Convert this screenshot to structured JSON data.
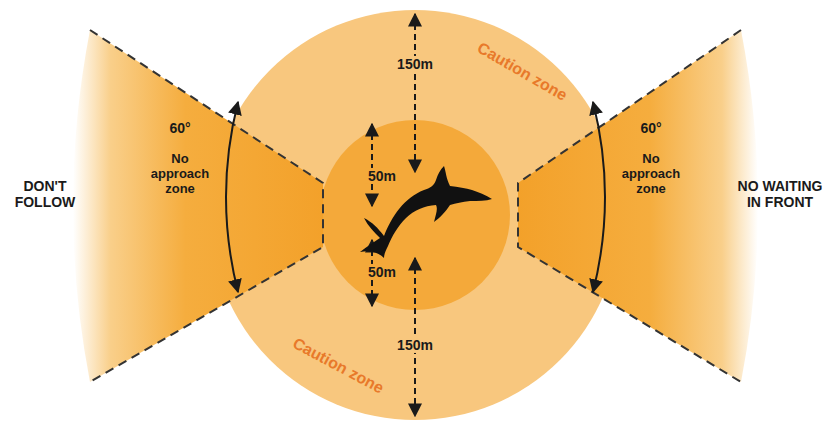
{
  "diagram": {
    "nodes": [
      {
        "text": [
          "Caution zone",
          "Caution zone"
        ]
      },
      {
        "text": [
          "50m",
          "50m"
        ],
        "in": 0
      },
      {
        "text": [
          "60°",
          "No approach zone"
        ]
      },
      {
        "text": [
          "60°",
          "No approach zone"
        ]
      }
    ],
    "labels": [
      "150m",
      "150m",
      "DON'T FOLLOW",
      "NO WAITING IN FRONT"
    ]
  }
}
